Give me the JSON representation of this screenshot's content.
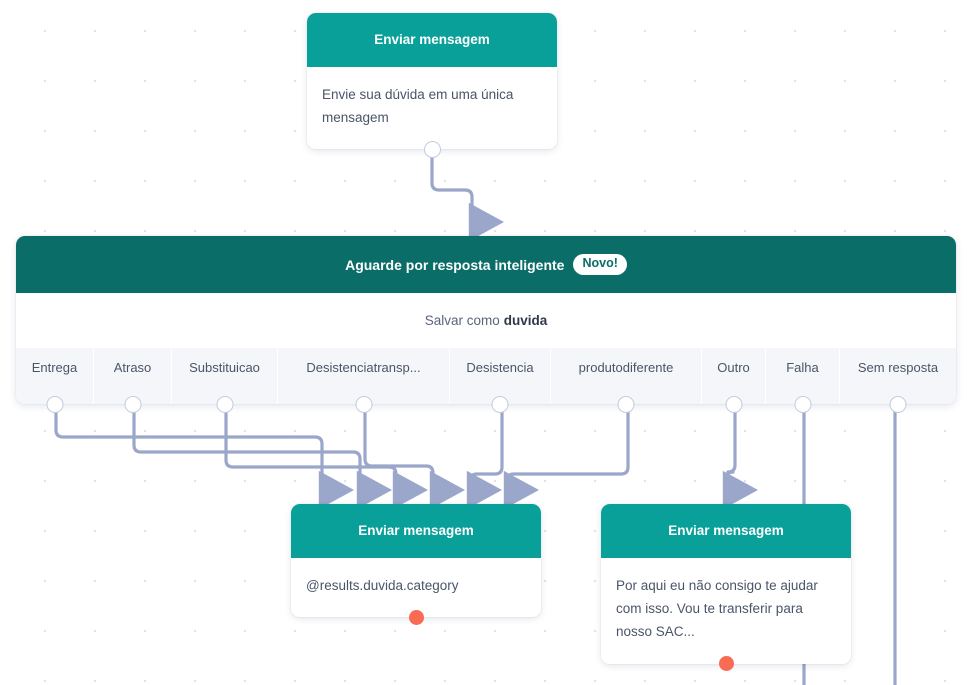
{
  "canvas": {
    "background_color": "#ffffff",
    "dot_color": "#dfe3ef",
    "edge_color": "#9aa6ca"
  },
  "colors": {
    "card_header_teal": "#0aa09a",
    "node_header_teal": "#0a6d68",
    "accent_orange": "#f96b52",
    "branch_row_bg": "#f5f6f9",
    "body_text": "#4a5568"
  },
  "nodes": {
    "top_card": {
      "header": "Enviar mensagem",
      "body": "Envie sua dúvida em uma única mensagem"
    },
    "smart_reply": {
      "title": "Aguarde por resposta inteligente",
      "badge": "Novo!",
      "save_prefix": "Salvar como",
      "save_variable": "duvida",
      "branches": [
        {
          "label": "Entrega"
        },
        {
          "label": "Atraso"
        },
        {
          "label": "Substituicao"
        },
        {
          "label": "Desistenciatransp..."
        },
        {
          "label": "Desistencia"
        },
        {
          "label": "produtodiferente"
        },
        {
          "label": "Outro"
        },
        {
          "label": "Falha"
        },
        {
          "label": "Sem resposta"
        }
      ]
    },
    "left_card": {
      "header": "Enviar mensagem",
      "body": "@results.duvida.category"
    },
    "right_card": {
      "header": "Enviar mensagem",
      "body": "Por aqui eu não consigo te ajudar com isso. Vou te transferir para nosso SAC..."
    }
  }
}
